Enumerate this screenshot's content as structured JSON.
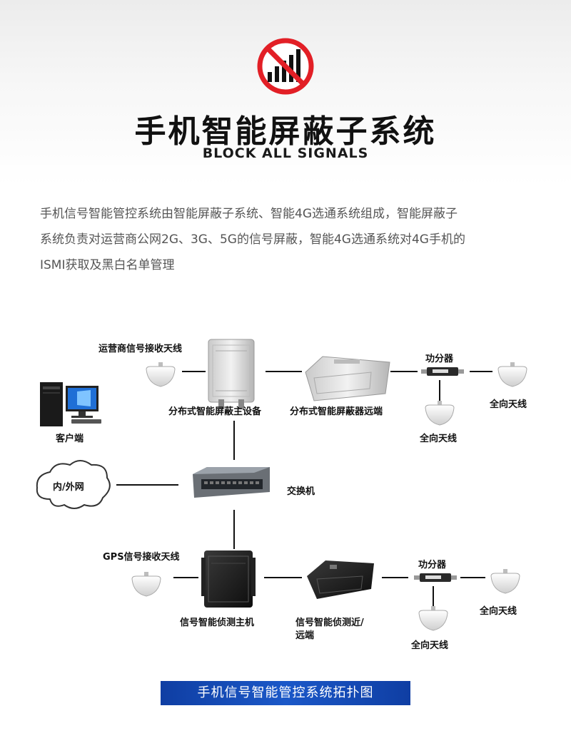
{
  "header": {
    "title": "手机智能屏蔽子系统",
    "subtitle": "BLOCK ALL SIGNALS",
    "icon": "no-signal-icon",
    "accent_color": "#e21f26"
  },
  "description": {
    "line1": "手机信号智能管控系统由智能屏蔽子系统、智能4G选通系统组成，智能屏蔽子",
    "line2": "系统负责对运营商公网2G、3G、5G的信号屏蔽，智能4G选通系统对4G手机的",
    "line3": "ISMI获取及黑白名单管理"
  },
  "diagram": {
    "operator_antenna_label": "运营商信号接收天线",
    "main_device_label": "分布式智能屏蔽主设备",
    "remote_device_label": "分布式智能屏蔽器远端",
    "splitter_top_label": "功分器",
    "omni_top_right_label": "全向天线",
    "omni_top_bottom_label": "全向天线",
    "client_label": "客户端",
    "network_label": "内/外网",
    "switch_label": "交换机",
    "gps_antenna_label": "GPS信号接收天线",
    "detect_host_label": "信号智能侦测主机",
    "detect_remote_label_1": "信号智能侦测近/",
    "detect_remote_label_2": "远端",
    "splitter_bottom_label": "功分器",
    "omni_bottom_right_label": "全向天线",
    "omni_bottom_bottom_label": "全向天线"
  },
  "caption": "手机信号智能管控系统拓扑图"
}
